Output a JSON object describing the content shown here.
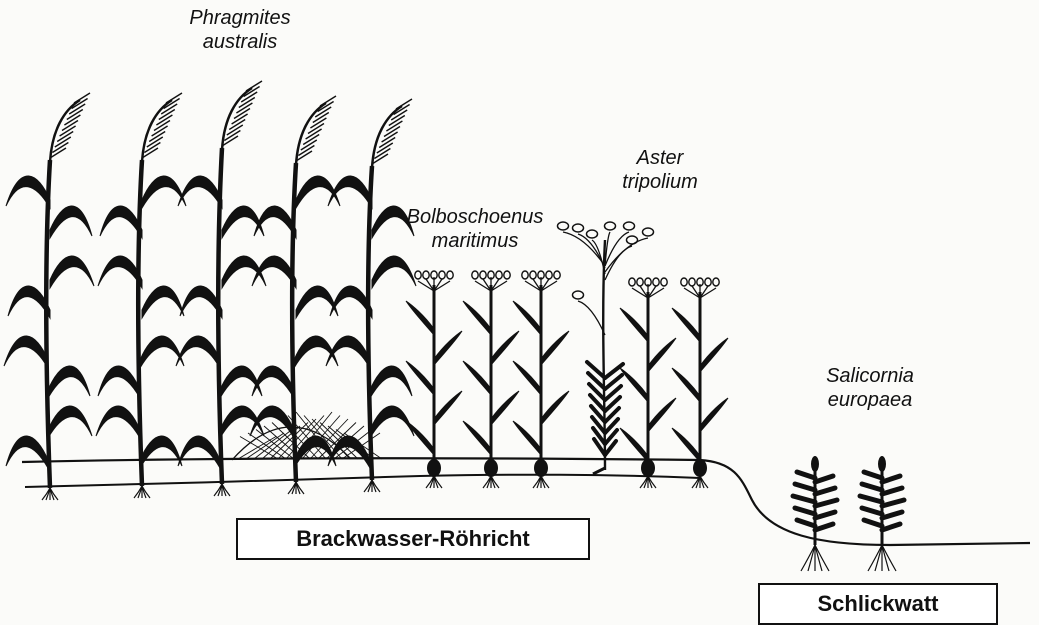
{
  "labels": {
    "phragmites": {
      "line1": "Phragmites",
      "line2": "australis"
    },
    "bolboschoenus": {
      "line1": "Bolboschoenus",
      "line2": "maritimus"
    },
    "aster": {
      "line1": "Aster",
      "line2": "tripolium"
    },
    "salicornia": {
      "line1": "Salicornia",
      "line2": "europaea"
    }
  },
  "zones": {
    "reed": "Brackwasser-Röhricht",
    "mudflat": "Schlickwatt"
  },
  "colors": {
    "ink": "#111111",
    "paper": "#fbfbf9"
  }
}
